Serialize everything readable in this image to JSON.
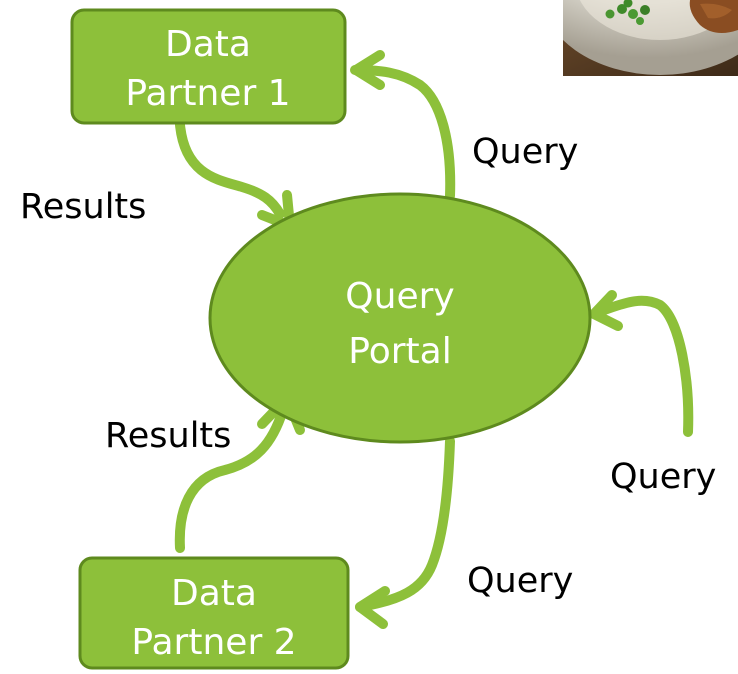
{
  "colors": {
    "node_fill": "#8DC03A",
    "node_stroke": "#5E8A1E",
    "arrow": "#8DC03A",
    "node_text": "#FFFFFF",
    "label_text": "#000000"
  },
  "nodes": {
    "partner1": {
      "line1": "Data",
      "line2": "Partner 1"
    },
    "portal": {
      "line1": "Query",
      "line2": "Portal"
    },
    "partner2": {
      "line1": "Data",
      "line2": "Partner 2"
    }
  },
  "labels": {
    "results_top": "Results",
    "query_top": "Query",
    "results_bottom": "Results",
    "query_right": "Query",
    "query_bottom": "Query"
  },
  "photo": {
    "description_icon": "food-plate-photo"
  }
}
